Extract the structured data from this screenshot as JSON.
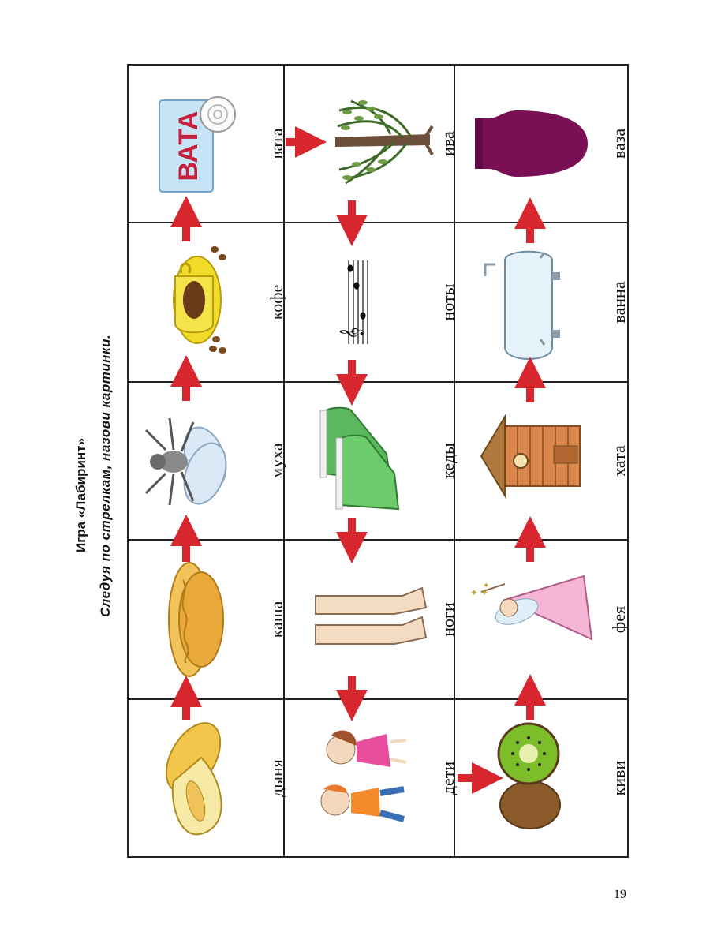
{
  "page": {
    "title": "Игра «Лабиринт»",
    "instruction": "Следуя по стрелкам, назови картинки.",
    "page_number": "19"
  },
  "grid": {
    "columns": [
      {
        "cells": [
          {
            "word": "вата",
            "icon": "cotton-wool-pack-icon",
            "pack_text": "ВАТА"
          },
          {
            "word": "ива",
            "icon": "willow-tree-icon"
          },
          {
            "word": "ваза",
            "icon": "vase-icon"
          }
        ]
      },
      {
        "cells": [
          {
            "word": "кофе",
            "icon": "coffee-cup-icon"
          },
          {
            "word": "ноты",
            "icon": "music-notes-icon"
          },
          {
            "word": "ванна",
            "icon": "bathtub-icon"
          }
        ]
      },
      {
        "cells": [
          {
            "word": "муха",
            "icon": "fly-icon"
          },
          {
            "word": "кеды",
            "icon": "sneakers-icon"
          },
          {
            "word": "хата",
            "icon": "hut-icon"
          }
        ]
      },
      {
        "cells": [
          {
            "word": "каша",
            "icon": "porridge-bowl-icon"
          },
          {
            "word": "ноги",
            "icon": "legs-icon"
          },
          {
            "word": "фея",
            "icon": "fairy-icon"
          }
        ]
      },
      {
        "cells": [
          {
            "word": "дыня",
            "icon": "melon-icon"
          },
          {
            "word": "дети",
            "icon": "children-icon"
          },
          {
            "word": "киви",
            "icon": "kiwi-icon"
          }
        ]
      }
    ]
  },
  "colors": {
    "arrow": "#d7262e",
    "grid_line": "#222222",
    "vase": "#7a0f55",
    "sneakers": "#5cb85c",
    "coffee_cup": "#f2dc2a"
  }
}
